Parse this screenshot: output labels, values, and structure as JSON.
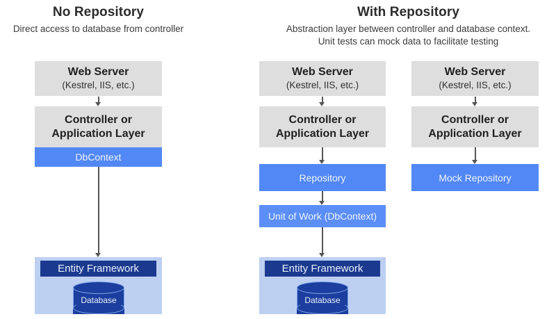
{
  "headings": {
    "left": {
      "title": "No Repository",
      "subtitle": "Direct access to database from controller"
    },
    "right": {
      "title": "With Repository",
      "subtitle_line1": "Abstraction layer between controller and database context.",
      "subtitle_line2": "Unit tests can mock data to facilitate testing"
    }
  },
  "colors": {
    "gray_box": "#dedede",
    "blue_box": "#5288f5",
    "light_blue_panel": "#bdd0f2",
    "navy_bar": "#1b3a8f",
    "cylinder": "#1c3e9e",
    "arrow": "#555555"
  },
  "columns": {
    "no_repository": {
      "web_server": {
        "line1": "Web Server",
        "line2": "(Kestrel, IIS, etc.)"
      },
      "controller": {
        "line1": "Controller or",
        "line2": "Application Layer"
      },
      "dbcontext": "DbContext",
      "data_panel": {
        "entity_framework": "Entity Framework",
        "database": "Database"
      }
    },
    "with_repository": {
      "web_server": {
        "line1": "Web Server",
        "line2": "(Kestrel, IIS, etc.)"
      },
      "controller": {
        "line1": "Controller or",
        "line2": "Application Layer"
      },
      "repository": "Repository",
      "unit_of_work": "Unit of Work (DbContext)",
      "data_panel": {
        "entity_framework": "Entity Framework",
        "database": "Database"
      }
    },
    "mock_repository": {
      "web_server": {
        "line1": "Web Server",
        "line2": "(Kestrel, IIS, etc.)"
      },
      "controller": {
        "line1": "Controller or",
        "line2": "Application Layer"
      },
      "mock_repository": "Mock Repository"
    }
  }
}
